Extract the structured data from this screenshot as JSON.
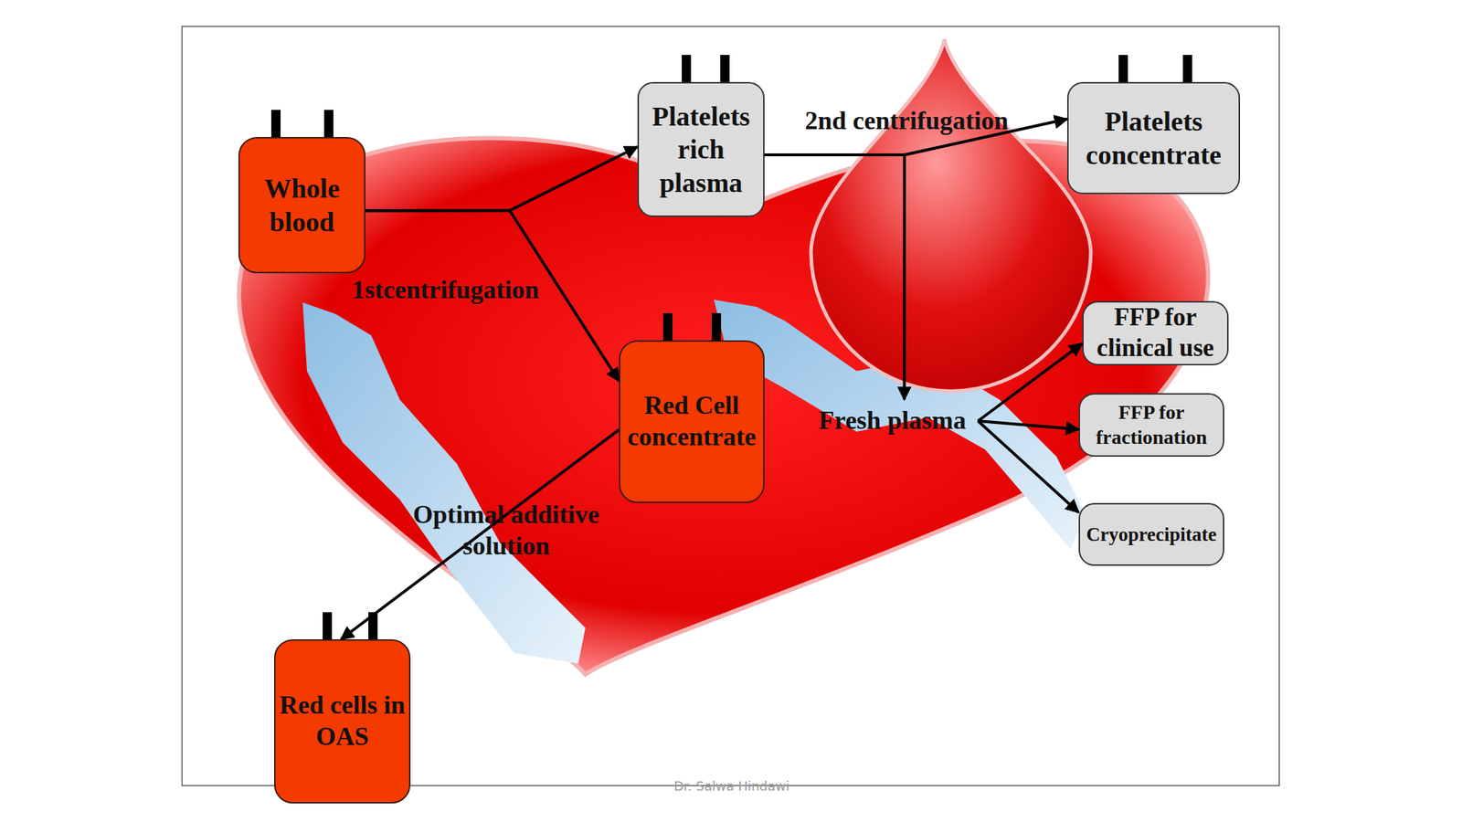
{
  "diagram": {
    "nodes": [
      {
        "text": [
          "Whole blood"
        ]
      },
      {
        "text": [
          "Platelets rich plasma"
        ]
      },
      {
        "text": [
          "Platelets concentrate"
        ]
      },
      {
        "text": [
          "Red Cell concentrate"
        ]
      },
      {
        "text": [
          "Fresh plasma"
        ]
      },
      {
        "text": [
          "FFP for clinical use"
        ]
      },
      {
        "text": [
          "FFP for fractionation"
        ]
      },
      {
        "text": [
          "Cryoprecipitate"
        ]
      },
      {
        "text": [
          "Red cells in OAS"
        ]
      }
    ],
    "edges": [
      {
        "from": 0,
        "to": 1,
        "arrow": "to"
      },
      {
        "from": 0,
        "to": 3,
        "label": "1stcentrifugation",
        "arrow": "to"
      },
      {
        "from": 1,
        "to": 2,
        "label": "2nd centrifugation",
        "arrow": "to"
      },
      {
        "from": 1,
        "to": 4,
        "arrow": "to"
      },
      {
        "from": 3,
        "to": 8,
        "label": "Optimal additive solution",
        "arrow": "to"
      },
      {
        "from": 4,
        "to": 5,
        "arrow": "to"
      },
      {
        "from": 4,
        "to": 6,
        "arrow": "to"
      },
      {
        "from": 4,
        "to": 7,
        "arrow": "to"
      }
    ],
    "labels": [
      "Dr. Salwa Hindawi"
    ]
  }
}
